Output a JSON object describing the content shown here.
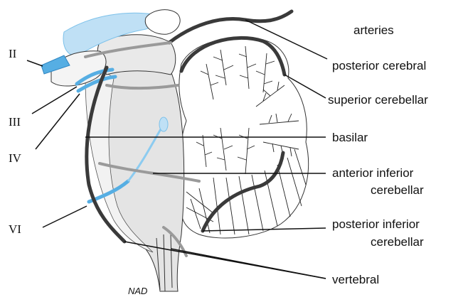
{
  "labels": {
    "arteries": "arteries",
    "posterior_cerebral": "posterior cerebral",
    "superior_cerebellar": "superior cerebellar",
    "basilar": "basilar",
    "anterior_inferior_line1": "anterior inferior",
    "anterior_inferior_line2": "cerebellar",
    "posterior_inferior_line1": "posterior inferior",
    "posterior_inferior_line2": "cerebellar",
    "vertebral": "vertebral"
  },
  "nerves": {
    "II": "II",
    "III": "III",
    "IV": "IV",
    "VI": "VI"
  },
  "signature": "NAD",
  "colors": {
    "nerve": "#56aee3",
    "nerve_light": "#bfe0f5",
    "artery": "#3a3a3a",
    "artery_grey": "#9a9a9a",
    "brainstem": "#e4e4e4"
  }
}
